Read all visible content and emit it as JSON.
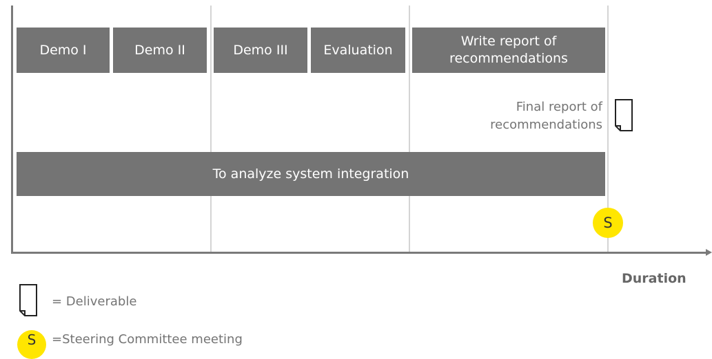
{
  "tasks": {
    "demo1": "Demo I",
    "demo2": "Demo II",
    "demo3": "Demo III",
    "evaluation": "Evaluation",
    "write_report_line1": "Write report of",
    "write_report_line2": "recommendations",
    "analyze": "To analyze system integration"
  },
  "deliverable": {
    "line1": "Final report of",
    "line2": "recommendations"
  },
  "milestone": {
    "symbol": "S"
  },
  "axis": {
    "x_label": "Duration"
  },
  "legend": {
    "deliverable": "= Deliverable",
    "steering_symbol": "S",
    "steering": "=Steering Committee meeting"
  },
  "colors": {
    "bar": "#747474",
    "axis": "#7a7a7a",
    "grid": "#d4d4d4",
    "milestone": "#ffe600",
    "text": "#747474"
  }
}
